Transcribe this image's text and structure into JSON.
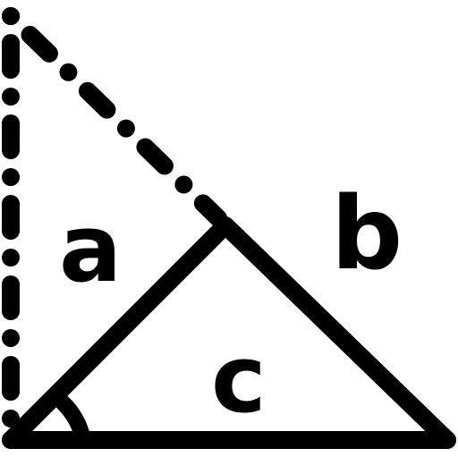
{
  "labels": {
    "a": "a",
    "b": "b",
    "c": "c"
  },
  "colors": {
    "stroke": "#000000",
    "background": "#ffffff"
  }
}
